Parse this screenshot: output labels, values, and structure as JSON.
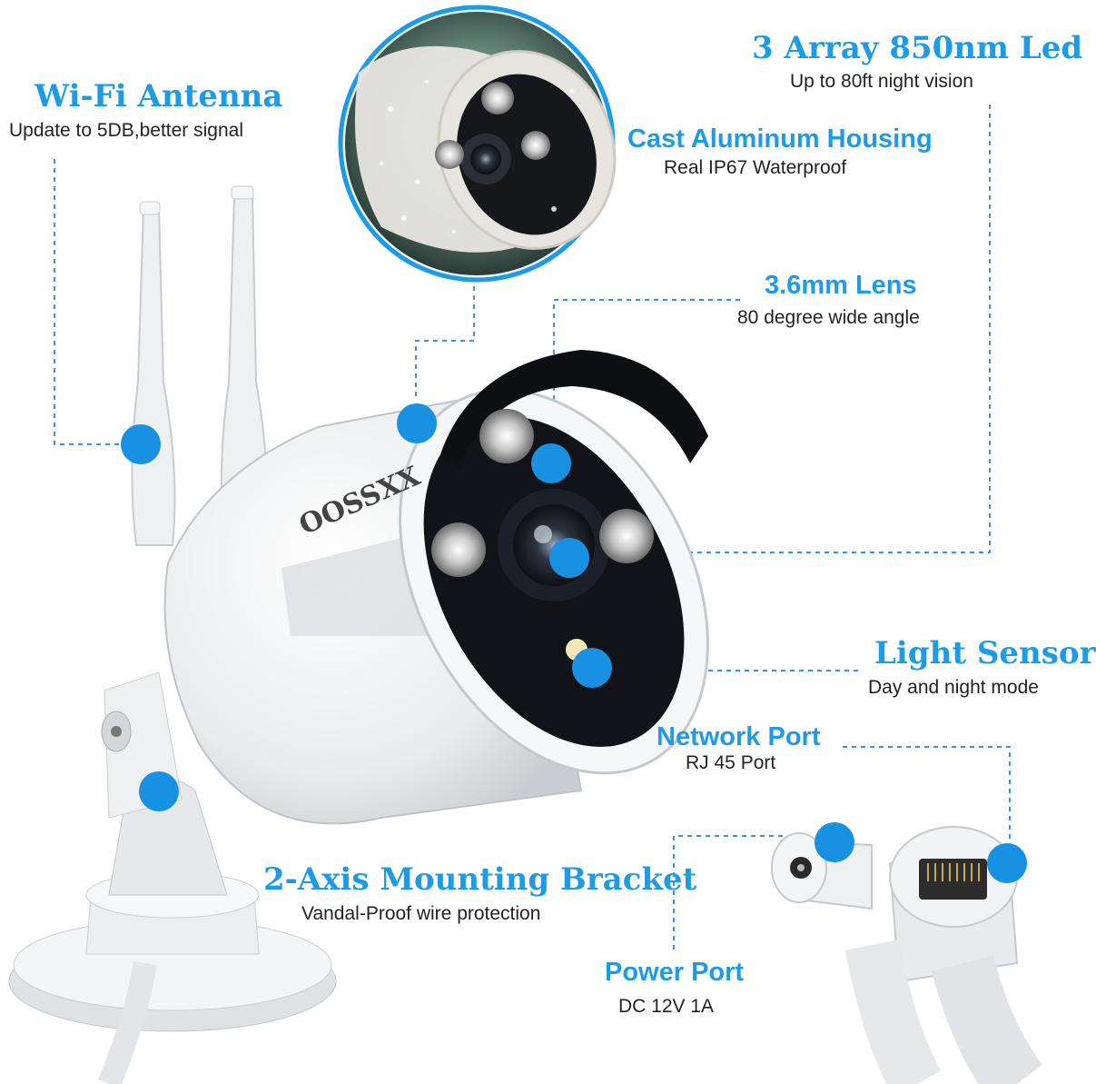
{
  "brand": "OOSSXX",
  "features": {
    "wifi": {
      "title": "Wi-Fi  Antenna",
      "subtitle": "Update to 5DB,better signal"
    },
    "led": {
      "title": "3  Array  850nm  Led",
      "subtitle": "Up to 80ft night vision"
    },
    "housing": {
      "title": "Cast Aluminum Housing",
      "subtitle": "Real IP67 Waterproof"
    },
    "lens": {
      "title": "3.6mm Lens",
      "subtitle": "80 degree wide angle"
    },
    "sensor": {
      "title": "Light  Sensor",
      "subtitle": "Day and night mode"
    },
    "network": {
      "title": "Network Port",
      "subtitle": "RJ 45 Port"
    },
    "bracket": {
      "title": "2-Axis  Mounting  Bracket",
      "subtitle": "Vandal-Proof wire protection"
    },
    "power": {
      "title": "Power Port",
      "subtitle": "DC 12V 1A"
    }
  },
  "colors": {
    "accent": "#1e9be6",
    "dot": "#1891e3",
    "line": "#3a93d6"
  }
}
